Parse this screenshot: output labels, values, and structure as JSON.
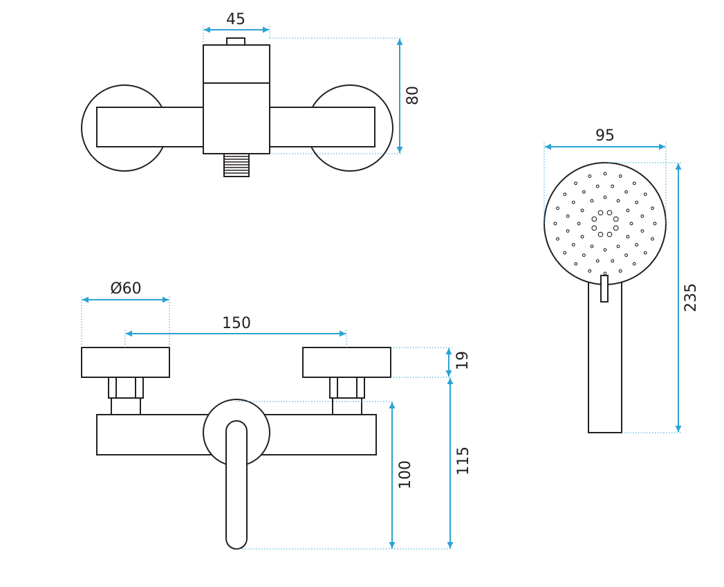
{
  "colors": {
    "outline": "#231f20",
    "dimension": "#29a3d4",
    "background": "#ffffff"
  },
  "dimensions": {
    "top_width": "45",
    "top_height": "80",
    "rosette_diameter": "Ø60",
    "center_distance": "150",
    "rosette_depth": "19",
    "lever_height": "100",
    "overall_height": "115",
    "head_width": "95",
    "shower_length": "235"
  },
  "views": [
    {
      "name": "top-view"
    },
    {
      "name": "front-view"
    },
    {
      "name": "hand-shower-view"
    }
  ]
}
